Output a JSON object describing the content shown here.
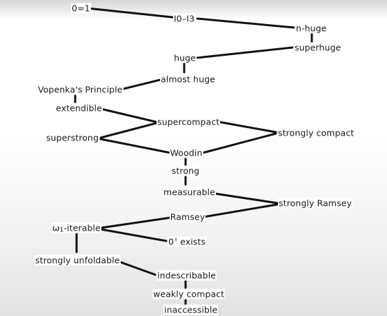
{
  "nodes": {
    "zero_eq_one": "0=1",
    "i0_i3": "I0–I3",
    "n_huge": "n-huge",
    "superhuge": "superhuge",
    "huge": "huge",
    "almost_huge": "almost huge",
    "vopenka": "Vopenka's Principle",
    "extendible": "extendible",
    "supercompact": "supercompact",
    "strongly_compact": "strongly compact",
    "superstrong": "superstrong",
    "woodin": "Woodin",
    "strong": "strong",
    "measurable": "measurable",
    "strongly_ramsey": "strongly Ramsey",
    "ramsey": "Ramsey",
    "omega1_iterable_omega": "ω",
    "omega1_iterable_sub": "1",
    "omega1_iterable_rest": "-iterable",
    "zero_sharp_base": "0",
    "zero_sharp_sup": "♯",
    "zero_sharp_rest": " exists",
    "strongly_unfoldable": "strongly unfoldable",
    "indescribable": "indescribable",
    "weakly_compact": "weakly compact",
    "inaccessible": "inaccessible"
  },
  "edges": [
    [
      "zero_eq_one",
      "i0_i3"
    ],
    [
      "i0_i3",
      "n_huge"
    ],
    [
      "n_huge",
      "superhuge"
    ],
    [
      "superhuge",
      "huge"
    ],
    [
      "huge",
      "almost_huge"
    ],
    [
      "almost_huge",
      "vopenka"
    ],
    [
      "vopenka",
      "extendible"
    ],
    [
      "extendible",
      "supercompact"
    ],
    [
      "supercompact",
      "strongly_compact"
    ],
    [
      "supercompact",
      "superstrong"
    ],
    [
      "strongly_compact",
      "woodin"
    ],
    [
      "superstrong",
      "woodin"
    ],
    [
      "woodin",
      "strong"
    ],
    [
      "strong",
      "measurable"
    ],
    [
      "measurable",
      "strongly_ramsey"
    ],
    [
      "strongly_ramsey",
      "ramsey"
    ],
    [
      "ramsey",
      "omega1_iterable"
    ],
    [
      "omega1_iterable",
      "zero_sharp"
    ],
    [
      "omega1_iterable",
      "strongly_unfoldable"
    ],
    [
      "strongly_unfoldable",
      "indescribable"
    ],
    [
      "indescribable",
      "weakly_compact"
    ],
    [
      "weakly_compact",
      "inaccessible"
    ]
  ]
}
